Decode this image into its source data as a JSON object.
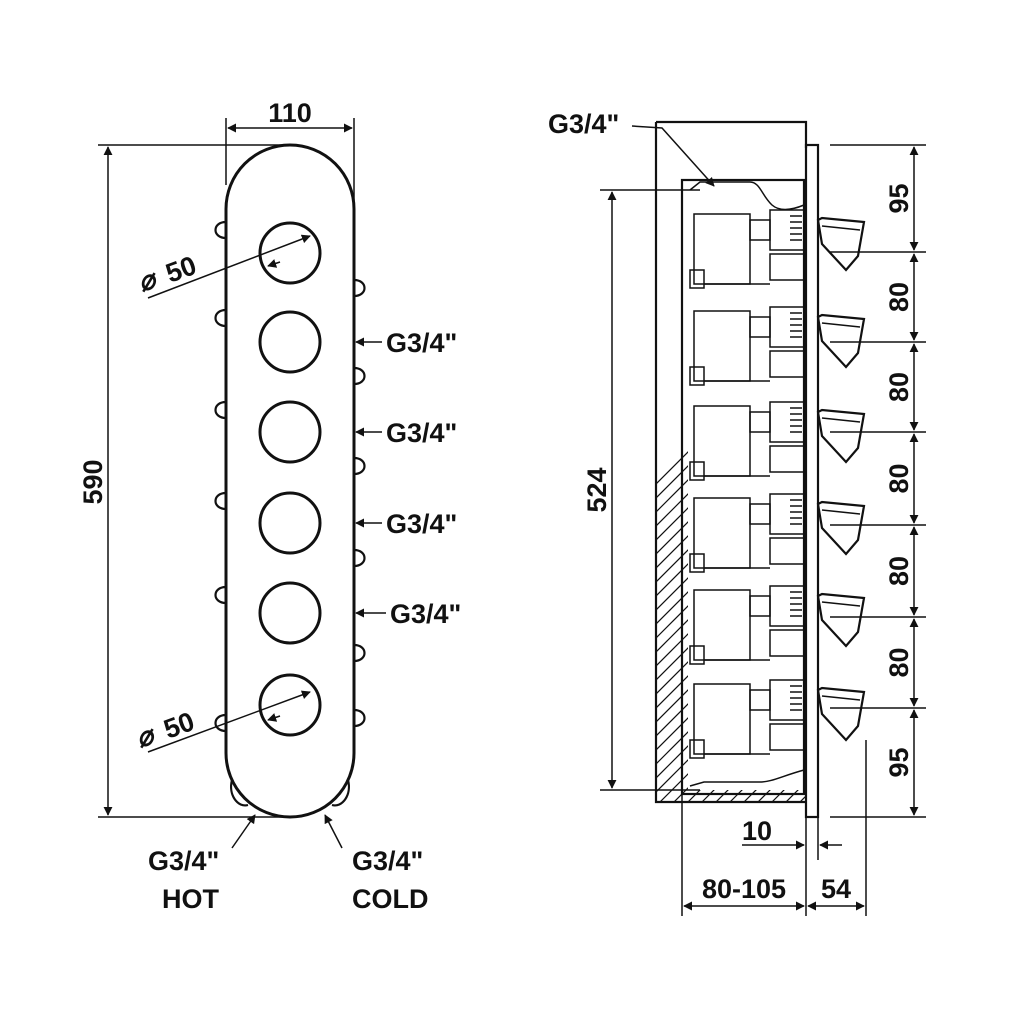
{
  "front_view": {
    "width_label": "110",
    "height_label": "590",
    "diameter_top": "50",
    "diameter_bottom": "50",
    "diameter_symbol": "⌀",
    "side_inlets": [
      "G3/4\"",
      "G3/4\"",
      "G3/4\"",
      "G3/4\""
    ],
    "hot": {
      "thread": "G3/4\"",
      "label": "HOT"
    },
    "cold": {
      "thread": "G3/4\"",
      "label": "COLD"
    }
  },
  "side_view": {
    "top_thread": "G3/4\"",
    "inner_height_label": "524",
    "spacing_labels": [
      "95",
      "80",
      "80",
      "80",
      "80",
      "80",
      "95"
    ],
    "plate_thickness_label": "10",
    "depth_label": "80-105",
    "knob_depth_label": "54"
  },
  "colors": {
    "line": "#111111",
    "background": "#ffffff"
  }
}
